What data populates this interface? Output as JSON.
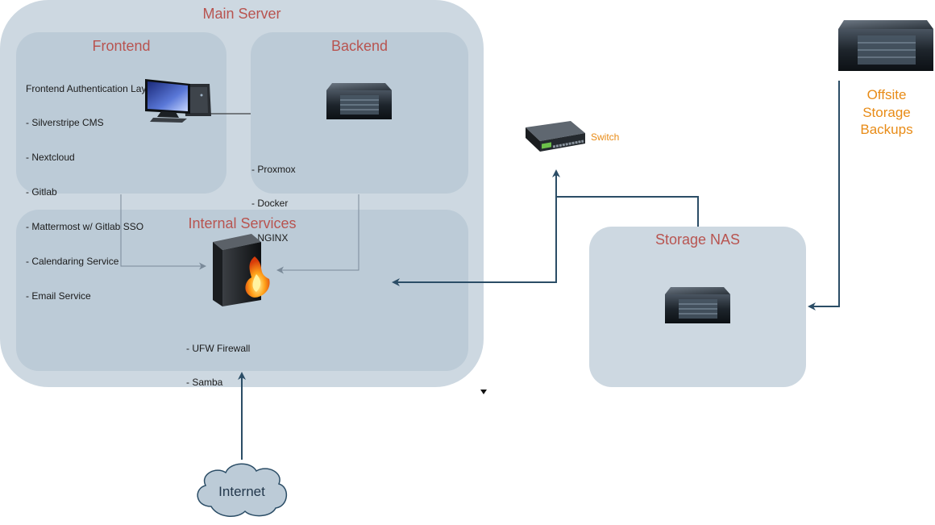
{
  "main_server": {
    "title": "Main Server"
  },
  "frontend": {
    "title": "Frontend",
    "items": [
      "Frontend Authentication Layer",
      "- Silverstripe CMS",
      "- Nextcloud",
      "- Gitlab",
      "- Mattermost w/ Gitlab SSO",
      "- Calendaring Service",
      "- Email Service"
    ]
  },
  "backend": {
    "title": "Backend",
    "items": [
      "- Proxmox",
      "- Docker",
      "- NGINX"
    ]
  },
  "internal_services": {
    "title": "Internal Services",
    "items": [
      "- UFW Firewall",
      "- Samba"
    ]
  },
  "switch": {
    "label": "Switch"
  },
  "storage_nas": {
    "title": "Storage NAS"
  },
  "offsite": {
    "lines": [
      "Offsite",
      "Storage",
      "Backups"
    ]
  },
  "internet": {
    "label": "Internet"
  },
  "colors": {
    "outer_container": "#cdd8e1",
    "inner_container": "#bccbd7",
    "title_red": "#b85450",
    "label_orange": "#e88b16",
    "arrow_dark": "#2b4d66",
    "arrow_gray": "#7a8a99"
  }
}
